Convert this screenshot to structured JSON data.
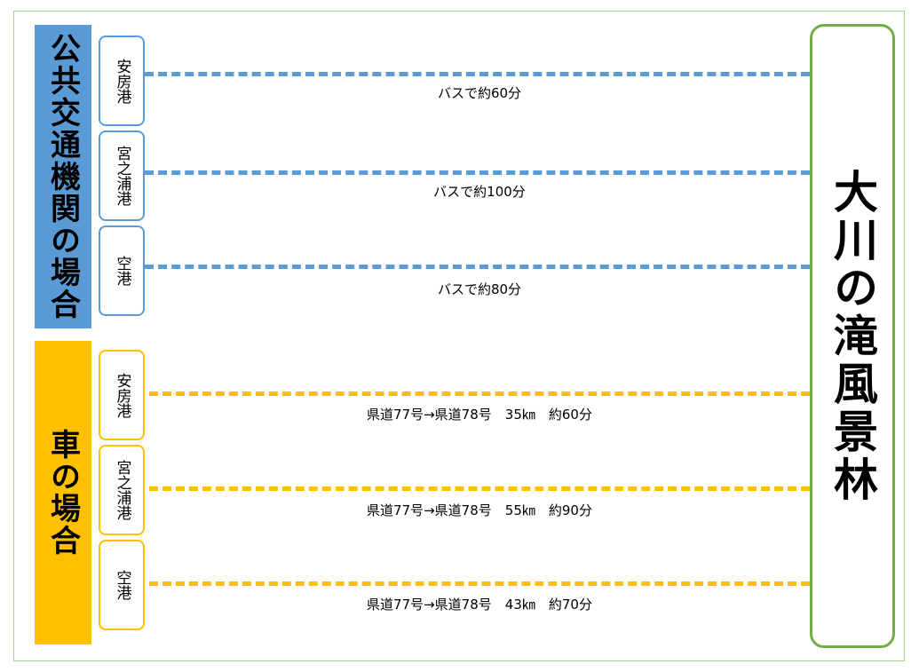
{
  "categories": {
    "public": "公共交通機関の場合",
    "car": "車の場合"
  },
  "destination": "大川の滝風景林",
  "public_routes": [
    {
      "origin": "安房港",
      "label": "バスで約60分"
    },
    {
      "origin": "宮之浦港",
      "label": "バスで約100分"
    },
    {
      "origin": "空港",
      "label": "バスで約80分"
    }
  ],
  "car_routes": [
    {
      "origin": "安房港",
      "label": "県道77号→県道78号　35㎞　約60分"
    },
    {
      "origin": "宮之浦港",
      "label": "県道77号→県道78号　55㎞　約90分"
    },
    {
      "origin": "空港",
      "label": "県道77号→県道78号　43㎞　約70分"
    }
  ],
  "colors": {
    "public": "#5b9bd5",
    "car": "#ffc000",
    "destination_border": "#70ad47",
    "frame_border": "#a9d18e"
  }
}
